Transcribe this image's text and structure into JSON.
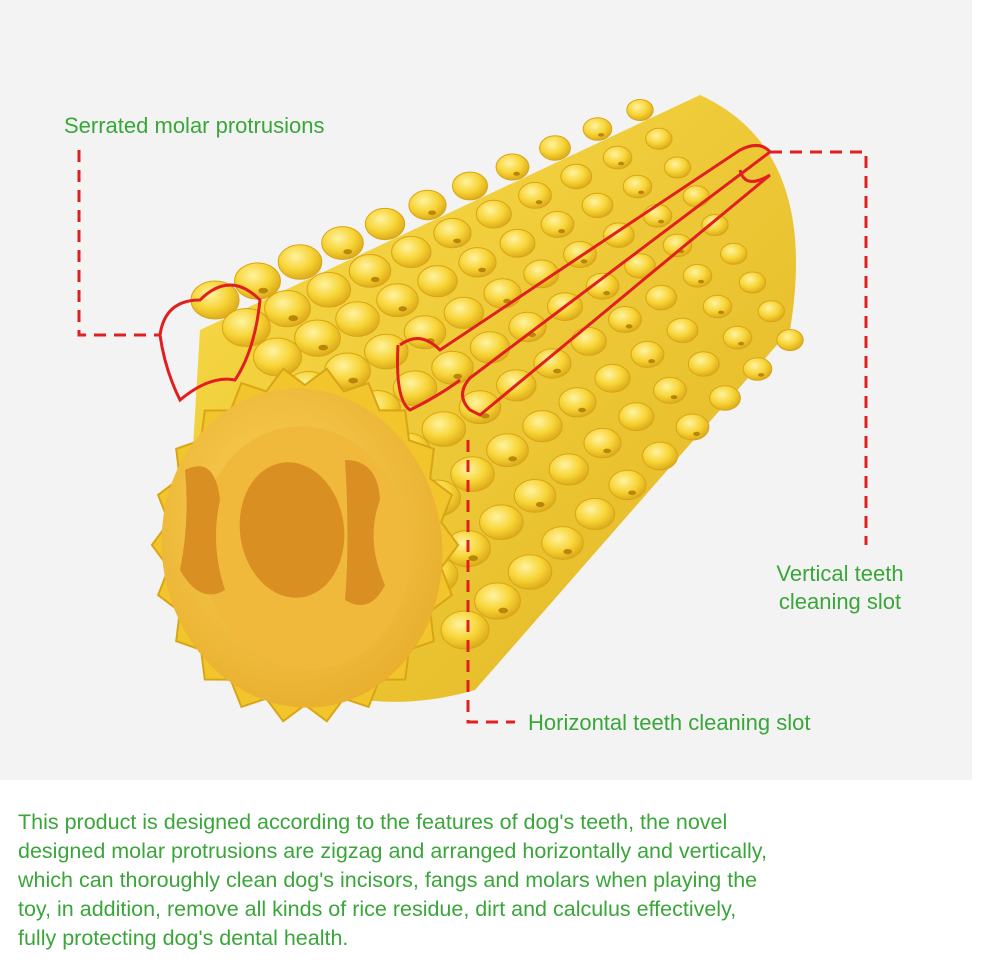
{
  "colors": {
    "accent_green": "#3aa63a",
    "annotation_red": "#e02020",
    "corn_yellow": "#f5cf2c",
    "corn_shadow": "#d9a516",
    "background": "#f3f3f3"
  },
  "annotations": {
    "serrated": "Serrated molar protrusions",
    "vertical_line1": "Vertical teeth",
    "vertical_line2": "cleaning slot",
    "horizontal": "Horizontal teeth cleaning slot"
  },
  "description": {
    "lines": [
      "This product is designed according to the features of dog's teeth, the novel",
      "designed molar protrusions are zigzag and arranged horizontally and vertically,",
      "which can thoroughly clean dog's incisors, fangs and molars when playing the",
      "toy, in addition, remove all kinds of rice residue, dirt and calculus effectively,",
      "fully protecting dog's dental health."
    ]
  }
}
